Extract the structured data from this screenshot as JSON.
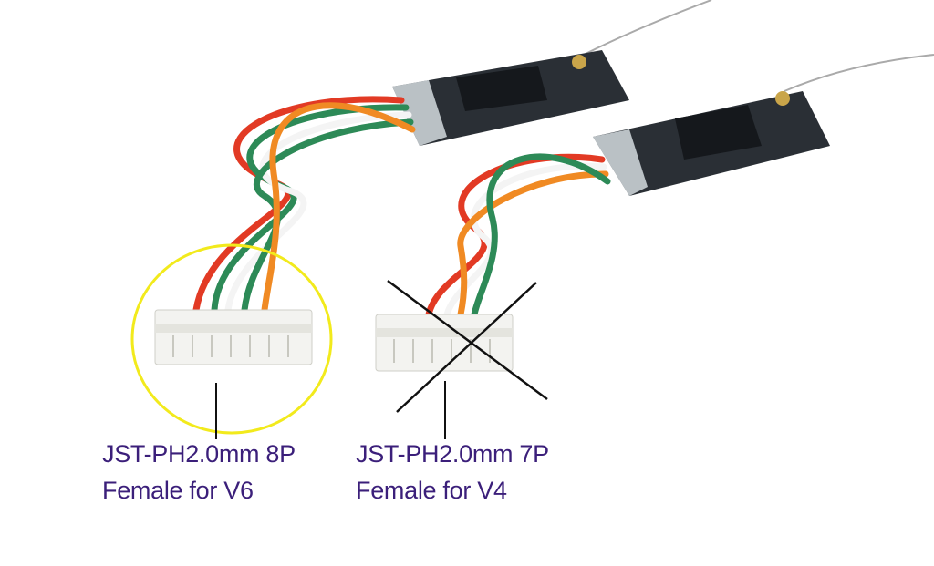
{
  "labels": {
    "left": {
      "line1": "JST-PH2.0mm 8P",
      "line2": "Female for V6",
      "status": "selected"
    },
    "right": {
      "line1": "JST-PH2.0mm 7P",
      "line2": "Female for V4",
      "status": "crossed-out"
    }
  },
  "colors": {
    "text": "#3b1f7a",
    "highlight_circle": "#f2ea1c",
    "cross": "#111111"
  }
}
